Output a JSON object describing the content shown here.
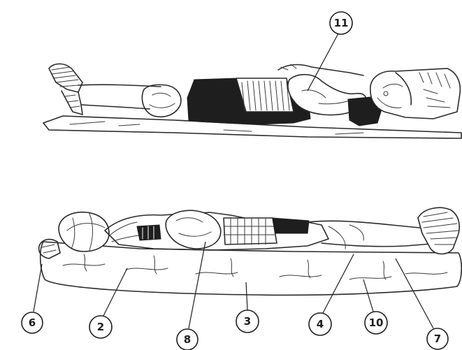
{
  "figures": {
    "top": {
      "callouts": [
        "11"
      ]
    },
    "bottom": {
      "callouts": [
        "6",
        "2",
        "8",
        "3",
        "4",
        "10",
        "7"
      ]
    }
  },
  "colors": {
    "ink": "#1e1e1e",
    "paper": "#ffffff"
  }
}
